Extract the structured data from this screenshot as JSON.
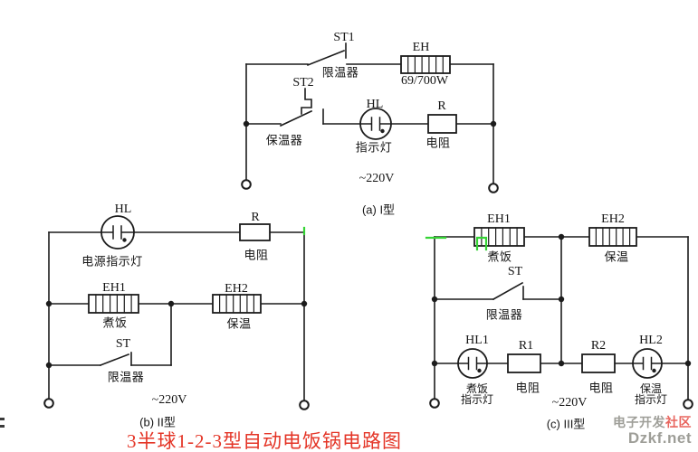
{
  "title": {
    "text": "3半球1-2-3型自动电饭锅电路图"
  },
  "watermark": {
    "site_cn_gray": "电子开发",
    "site_cn_red": "社区",
    "site_en": "Dzkf.net"
  },
  "colors": {
    "title_red": "#e43527",
    "watermark_gray": "#9e9e98",
    "watermark_red": "#e8655e",
    "wire": "#1c1c1c",
    "highlight_green": "#35d435"
  },
  "circuit_a": {
    "caption": "(a) I型",
    "voltage": "~220V",
    "st1_ref": "ST1",
    "st1_label": "限温器",
    "st2_ref": "ST2",
    "st2_label": "保温器",
    "eh_ref": "EH",
    "eh_label": "69/700W",
    "hl_ref": "HL",
    "hl_label": "指示灯",
    "r_ref": "R",
    "r_label": "电阻"
  },
  "circuit_b": {
    "caption": "(b) II型",
    "voltage": "~220V",
    "hl_ref": "HL",
    "hl_label": "电源指示灯",
    "r_ref": "R",
    "r_label": "电阻",
    "eh1_ref": "EH1",
    "eh1_label": "煮饭",
    "eh2_ref": "EH2",
    "eh2_label": "保温",
    "st_ref": "ST",
    "st_label": "限温器"
  },
  "circuit_c": {
    "caption": "(c) III型",
    "voltage": "~220V",
    "eh1_ref": "EH1",
    "eh1_label": "煮饭",
    "eh2_ref": "EH2",
    "eh2_label": "保温",
    "st_ref": "ST",
    "st_label": "限温器",
    "hl1_ref": "HL1",
    "hl1_label_line1": "煮饭",
    "hl1_label_line2": "指示灯",
    "r1_ref": "R1",
    "r1_label": "电阻",
    "r2_ref": "R2",
    "r2_label": "电阻",
    "hl2_ref": "HL2",
    "hl2_label_line1": "保温",
    "hl2_label_line2": "指示灯"
  }
}
